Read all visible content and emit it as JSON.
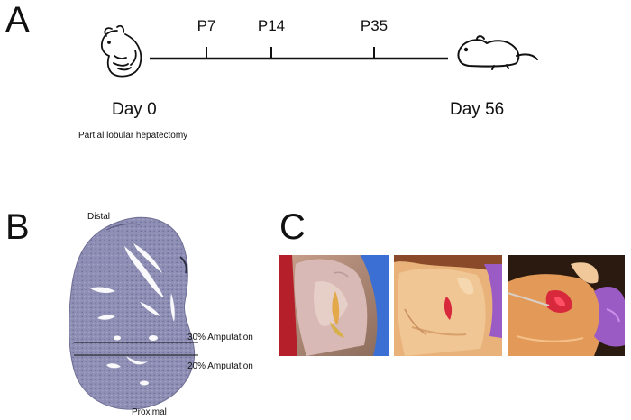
{
  "panels": {
    "a": {
      "letter": "A",
      "timepoints": [
        "P7",
        "P14",
        "P35"
      ],
      "start_label": "Day 0",
      "end_label": "Day 56",
      "procedure_label": "Partial lobular hepatectomy",
      "start_icon": "pup-icon",
      "end_icon": "adult-mouse-icon"
    },
    "b": {
      "letter": "B",
      "top_label": "Distal",
      "bottom_label": "Proximal",
      "cut_30_label": "30% Amputation",
      "cut_20_label": "20% Amputation",
      "tissue_color": "#8f8fb5"
    },
    "c": {
      "letter": "C",
      "photo_count": 3,
      "wound_color": "#d8283c",
      "glove_color": "#9b5bc4"
    }
  }
}
